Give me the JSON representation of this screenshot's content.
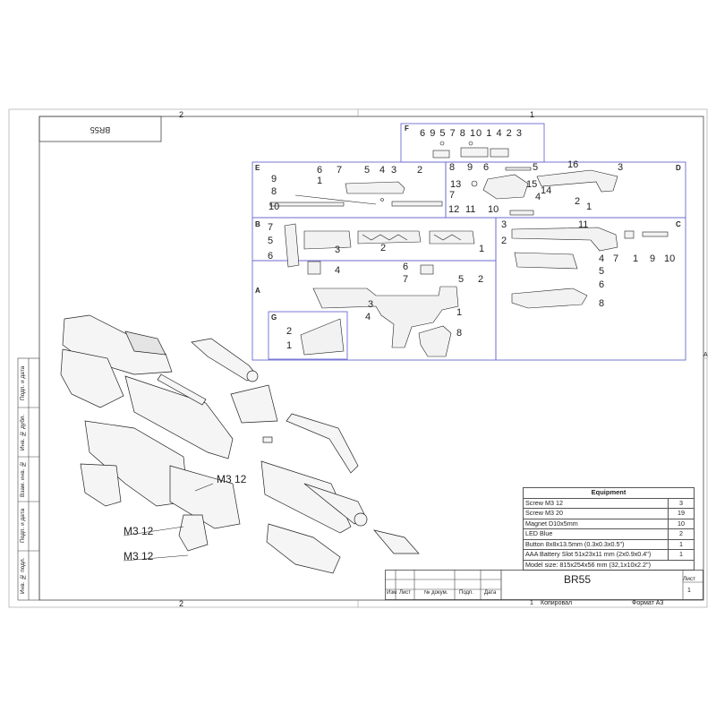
{
  "sheet": {
    "title": "BR55",
    "title_rotated": "BR55",
    "zone_top_left": "2",
    "zone_top_right": "1",
    "zone_bottom_left": "2",
    "zone_bottom_right": "1",
    "zone_side": "A",
    "footer_copy": "Копировал",
    "footer_format": "Формат А3"
  },
  "side_labels": [
    "Подп. и дата",
    "Инв. № дубл.",
    "Взам. инв. №",
    "Подп. и дата",
    "Инв. № подл."
  ],
  "title_block": {
    "headers": [
      "Изм",
      "Лист",
      "№ докум.",
      "Подп.",
      "Дата"
    ],
    "sheet_label": "Лист",
    "sheet_number": "1"
  },
  "equipment": {
    "heading": "Equipment",
    "rows": [
      {
        "item": "Screw M3 12",
        "qty": "3"
      },
      {
        "item": "Screw M3 20",
        "qty": "19"
      },
      {
        "item": "Magnet D10x5mm",
        "qty": "10"
      },
      {
        "item": "LED Blue",
        "qty": "2"
      },
      {
        "item": "Button 8x8x13.5mm (0.3x0.3x0.5\")",
        "qty": "1"
      },
      {
        "item": "AAA Battery Slot 51x23x11 mm (2x0.9x0.4\")",
        "qty": "1"
      }
    ],
    "model_size": "Model size: 815x254x56 mm (32,1x10x2.2\")"
  },
  "callouts": {
    "m3_main": "M3 12",
    "m3_left_1": "M3 12",
    "m3_left_2": "M3 12"
  },
  "panels": {
    "F": {
      "letter": "F",
      "numbers": [
        "6",
        "9",
        "5",
        "7",
        "8",
        "10",
        "1",
        "4",
        "2",
        "3"
      ]
    },
    "E": {
      "letter": "E",
      "numbers": [
        "6",
        "7",
        "5",
        "4",
        "3",
        "2",
        "9",
        "1",
        "8",
        "10"
      ]
    },
    "D": {
      "letter": "D",
      "numbers": [
        "8",
        "9",
        "6",
        "5",
        "16",
        "3",
        "13",
        "15",
        "7",
        "4",
        "14",
        "12",
        "11",
        "10",
        "2",
        "1"
      ]
    },
    "B": {
      "letter": "B",
      "numbers": [
        "7",
        "5",
        "6",
        "3",
        "2",
        "1",
        "4"
      ]
    },
    "C": {
      "letter": "C",
      "numbers": [
        "3",
        "11",
        "2",
        "4",
        "7",
        "1",
        "9",
        "10",
        "5",
        "6",
        "8"
      ]
    },
    "A": {
      "letter": "A",
      "numbers": [
        "6",
        "7",
        "5",
        "2",
        "3",
        "4",
        "1",
        "8"
      ]
    },
    "G": {
      "letter": "G",
      "numbers": [
        "2",
        "1"
      ]
    }
  }
}
